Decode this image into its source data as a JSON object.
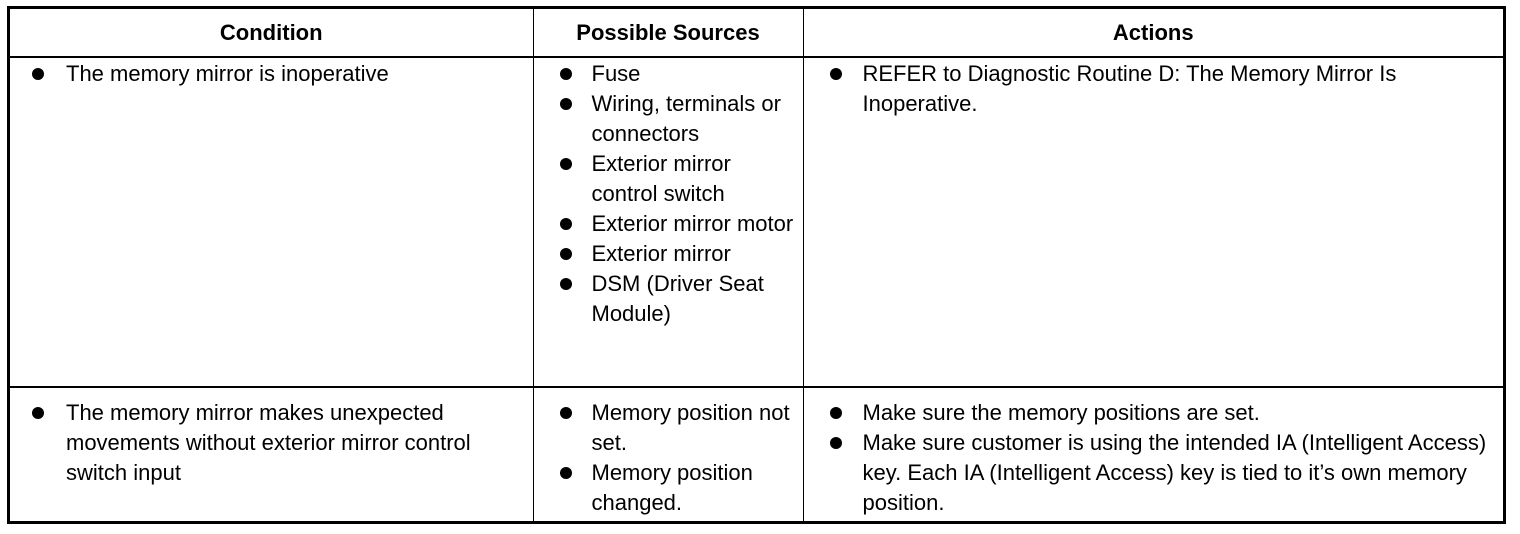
{
  "headers": {
    "condition": "Condition",
    "sources": "Possible Sources",
    "actions": "Actions"
  },
  "rows": [
    {
      "condition": [
        "The memory mirror is inoperative"
      ],
      "sources": [
        "Fuse",
        "Wiring, terminals or connectors",
        "Exterior mirror control switch",
        "Exterior mirror motor",
        "Exterior mirror",
        "DSM (Driver Seat Module)"
      ],
      "actions": [
        "REFER to Diagnostic Routine D: The Memory Mirror Is Inoperative."
      ]
    },
    {
      "condition": [
        "The memory mirror makes unexpected movements without exterior mirror control switch input"
      ],
      "sources": [
        "Memory position not set.",
        "Memory position changed."
      ],
      "actions": [
        "Make sure the memory positions are set.",
        "Make sure customer is using the intended IA (Intelligent Access) key. Each IA (Intelligent Access) key is tied to it’s own memory position."
      ]
    }
  ]
}
